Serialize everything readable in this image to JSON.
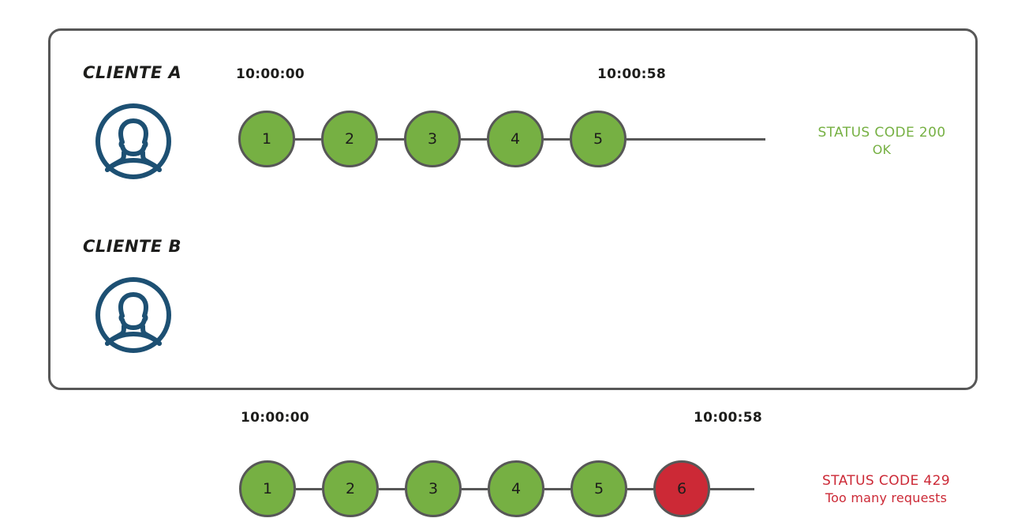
{
  "diagram": {
    "title": "Rate limiting request timeline",
    "colors": {
      "ok_green": "#76b043",
      "error_red": "#cc2936",
      "stroke_gray": "#575757",
      "avatar_navy": "#1d5073",
      "text_black": "#1d1d1b"
    }
  },
  "rows": [
    {
      "client_label": "CLIENTE A",
      "avatar_icon": "user-avatar-icon",
      "time_start": "10:00:00",
      "time_end": "10:00:58",
      "nodes": [
        {
          "number": "1",
          "state": "ok"
        },
        {
          "number": "2",
          "state": "ok"
        },
        {
          "number": "3",
          "state": "ok"
        },
        {
          "number": "4",
          "state": "ok"
        },
        {
          "number": "5",
          "state": "ok"
        }
      ],
      "status": {
        "line1": "STATUS CODE 200",
        "line2": "OK",
        "color": "#76b043"
      }
    },
    {
      "client_label": "CLIENTE B",
      "avatar_icon": "user-avatar-icon",
      "time_start": "10:00:00",
      "time_end": "10:00:58",
      "nodes": [
        {
          "number": "1",
          "state": "ok"
        },
        {
          "number": "2",
          "state": "ok"
        },
        {
          "number": "3",
          "state": "ok"
        },
        {
          "number": "4",
          "state": "ok"
        },
        {
          "number": "5",
          "state": "ok"
        },
        {
          "number": "6",
          "state": "fail"
        }
      ],
      "status": {
        "line1": "STATUS CODE 429",
        "line2": "Too many requests",
        "color": "#cc2936"
      }
    }
  ]
}
